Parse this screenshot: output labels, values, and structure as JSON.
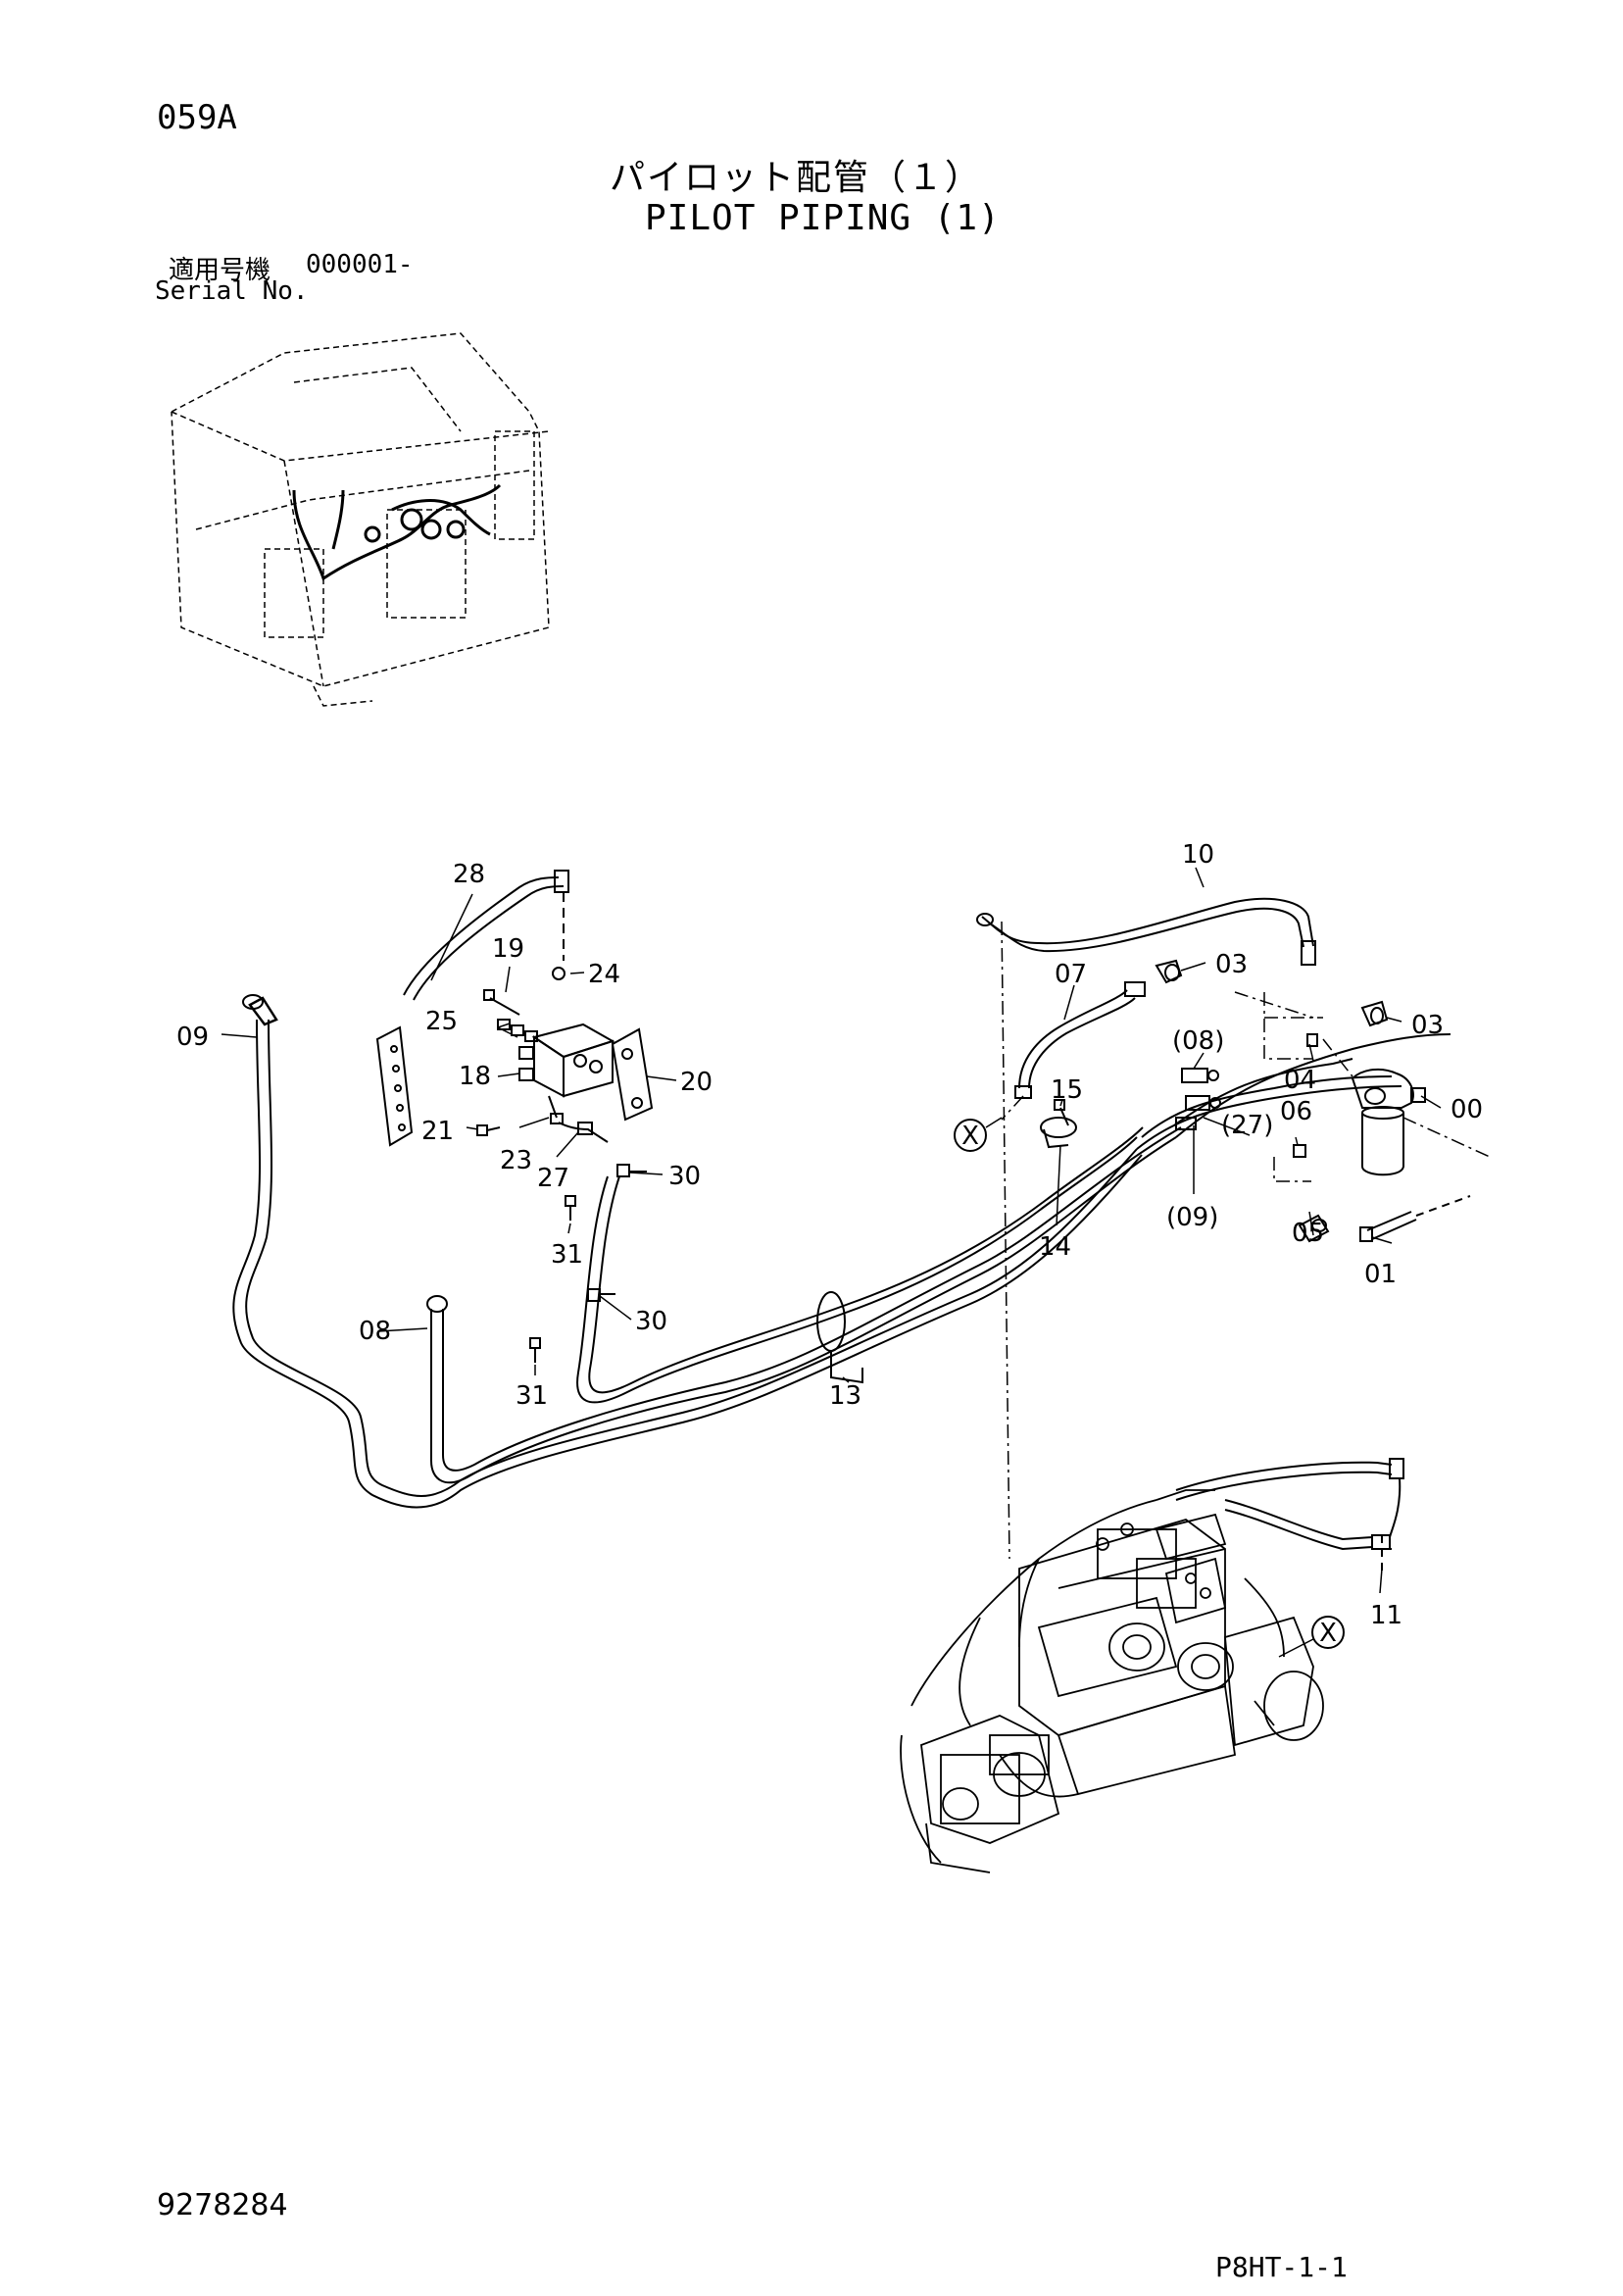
{
  "header": {
    "page_code": "059A",
    "title_ja": "パイロット配管（１）",
    "title_en": "PILOT PIPING (1)",
    "serial_label_ja": "適用号機",
    "serial_value": "000001-",
    "serial_label_en": "Serial No."
  },
  "footer": {
    "doc_number": "9278284",
    "page_ref": "P8HT-1-1"
  },
  "callouts": {
    "p00": "00",
    "p01": "01",
    "p03a": "03",
    "p03b": "03",
    "p04": "04",
    "p05": "05",
    "p06": "06",
    "p07": "07",
    "p08": "08",
    "p08ref": "(08)",
    "p09": "09",
    "p09ref": "(09)",
    "p10": "10",
    "p11": "11",
    "p13": "13",
    "p14": "14",
    "p15": "15",
    "p18": "18",
    "p19": "19",
    "p20": "20",
    "p21": "21",
    "p23": "23",
    "p24": "24",
    "p25": "25",
    "p27": "27",
    "p27ref": "(27)",
    "p28": "28",
    "p30a": "30",
    "p30b": "30",
    "p31a": "31",
    "p31b": "31"
  },
  "connection_marker": "X"
}
